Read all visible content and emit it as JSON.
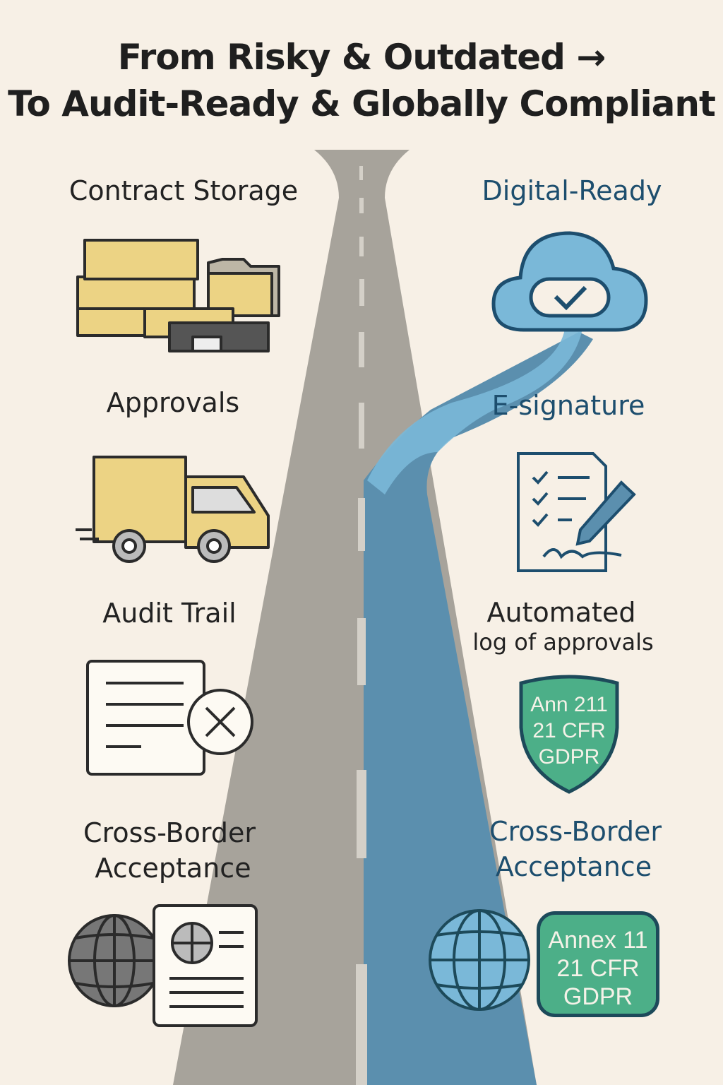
{
  "title": {
    "line1": "From Risky & Outdated →",
    "line2": "To Audit-Ready & Globally Compliant"
  },
  "left": {
    "items": [
      {
        "label": "Contract Storage",
        "icon": "paper-files-stack-icon"
      },
      {
        "label": "Approvals",
        "icon": "delivery-truck-icon"
      },
      {
        "label": "Audit Trail",
        "icon": "document-missing-icon"
      },
      {
        "label_line1": "Cross-Border",
        "label_line2": "Acceptance",
        "icon": "globe-and-passport-icon"
      }
    ]
  },
  "right": {
    "items": [
      {
        "label": "Digital-Ready",
        "icon": "cloud-check-icon"
      },
      {
        "label": "E-signature",
        "icon": "signed-checklist-icon"
      },
      {
        "label_line1": "Automated",
        "label_line2": "log of approvals",
        "icon": "compliance-shield-icon",
        "badge": [
          "Ann 211",
          "21 CFR",
          "GDPR"
        ]
      },
      {
        "label_line1": "Cross-Border",
        "label_line2": "Acceptance",
        "icon": "globe-compliance-badge-icon",
        "badge": [
          "Annex 11",
          "21 CFR",
          "GDPR"
        ]
      }
    ]
  },
  "colors": {
    "background": "#f7f0e6",
    "road": "#a7a39b",
    "digital_lane": "#5b8fae",
    "accent_text": "#1d4e6e",
    "badge_green": "#4caf88",
    "paper_yellow": "#ecd384"
  }
}
